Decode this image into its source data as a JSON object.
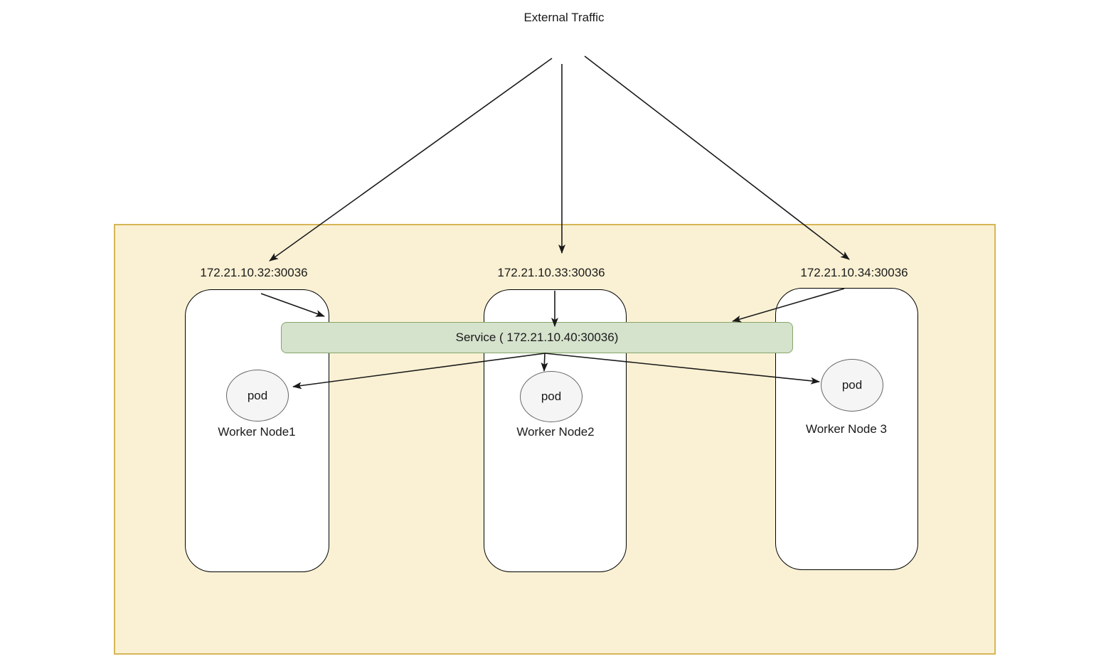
{
  "diagram": {
    "title": "External Traffic",
    "service": {
      "label": "Service ( 172.21.10.40:30036)"
    },
    "nodes": [
      {
        "ip": "172.21.10.32:30036",
        "name": "Worker Node1",
        "pod_label": "pod"
      },
      {
        "ip": "172.21.10.33:30036",
        "name": "Worker Node2",
        "pod_label": "pod"
      },
      {
        "ip": "172.21.10.34:30036",
        "name": "Worker Node 3",
        "pod_label": "pod"
      }
    ],
    "colors": {
      "cluster_fill": "#FAF1D4",
      "cluster_border": "#D6B656",
      "service_fill": "#D5E2CC",
      "service_border": "#87A569",
      "pod_fill": "#F5F5F5",
      "pod_border": "#666666",
      "arrow": "#1A1A1A"
    }
  }
}
